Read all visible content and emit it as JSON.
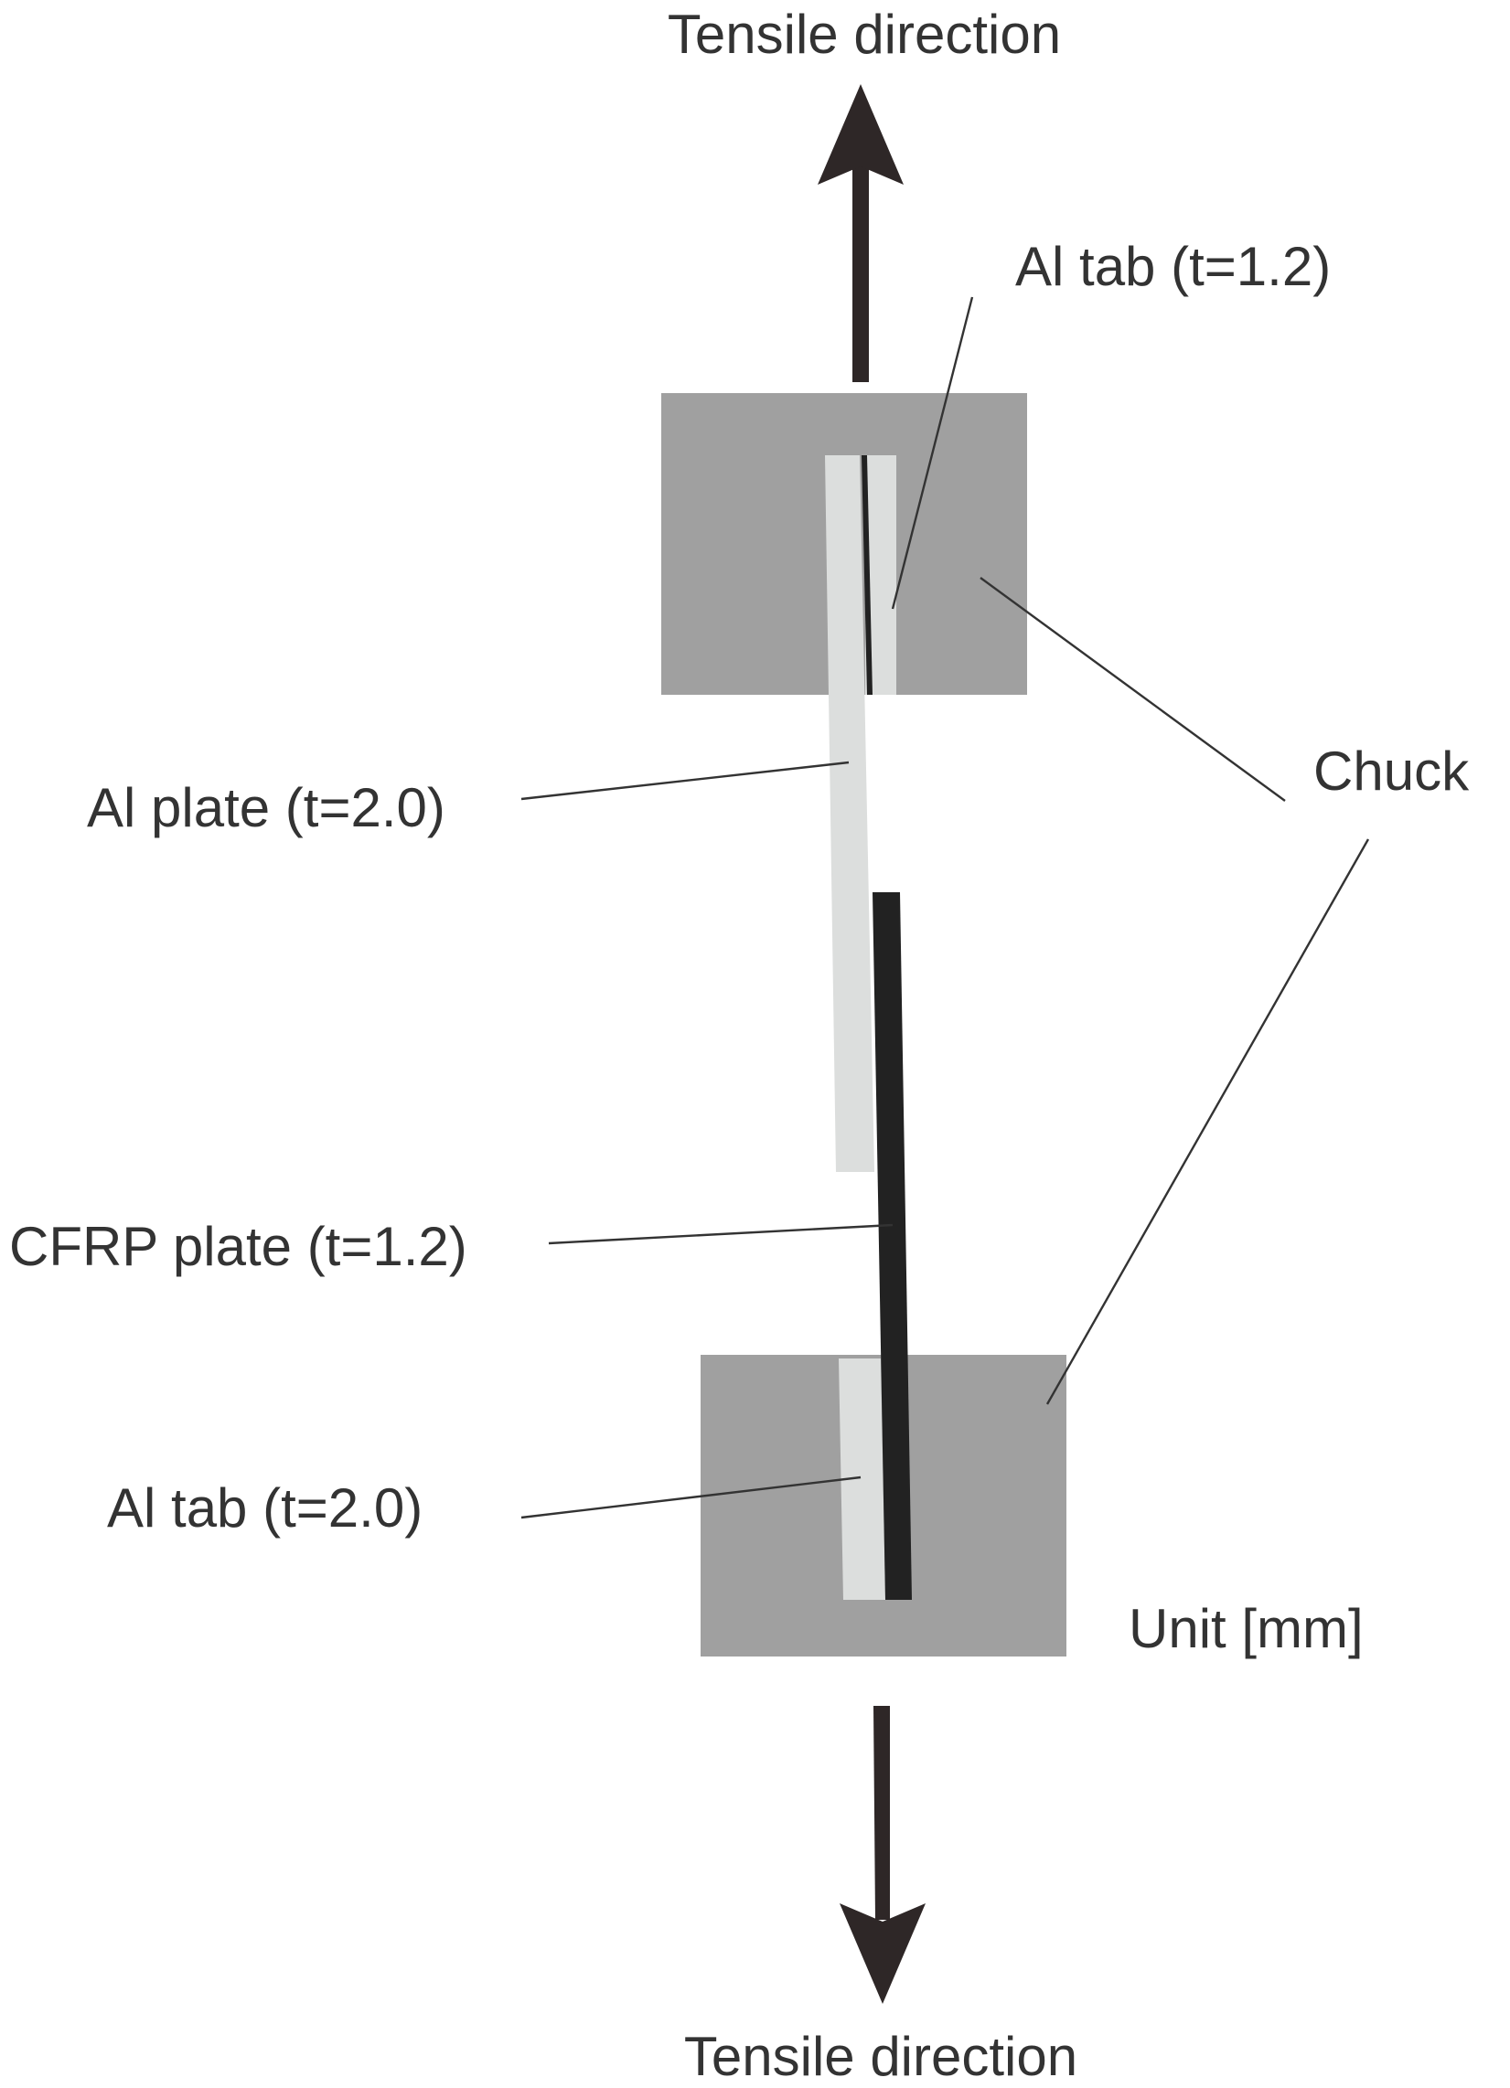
{
  "labels": {
    "tensile_top": "Tensile direction",
    "tensile_bottom": "Tensile direction",
    "al_tab_top": "Al tab (t=1.2)",
    "al_plate": "Al plate (t=2.0)",
    "chuck": "Chuck",
    "cfrp_plate": "CFRP plate (t=1.2)",
    "al_tab_bottom": "Al tab (t=2.0)",
    "unit": "Unit [mm]"
  },
  "colors": {
    "chuck": "#a0a0a0",
    "al": "#dcdedd",
    "cfrp": "#222222",
    "arrow": "#2e2727",
    "text": "#333333",
    "background": "#ffffff"
  }
}
